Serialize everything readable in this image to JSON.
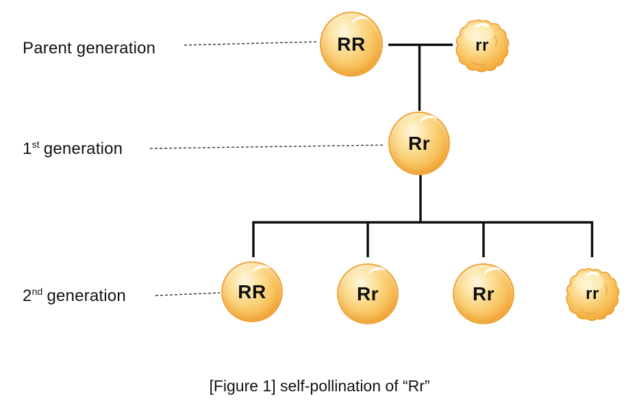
{
  "figure_caption": "[Figure 1] self-pollination of “Rr”",
  "row_labels": {
    "parent": {
      "text": "Parent generation"
    },
    "gen1": {
      "num": "1",
      "sup": "st",
      "rest": "generation"
    },
    "gen2": {
      "num": "2",
      "sup": "nd",
      "rest": "generation"
    }
  },
  "peas": {
    "parent_dominant": {
      "label": "RR",
      "shape": "round"
    },
    "parent_recessive": {
      "label": "rr",
      "shape": "wrinkled"
    },
    "gen1": {
      "label": "Rr",
      "shape": "round"
    },
    "gen2": [
      {
        "label": "RR",
        "shape": "round"
      },
      {
        "label": "Rr",
        "shape": "round"
      },
      {
        "label": "Rr",
        "shape": "round"
      },
      {
        "label": "rr",
        "shape": "wrinkled"
      }
    ]
  },
  "colors": {
    "pea_gold": "#F9C766",
    "pea_highlight": "#FEF7E0",
    "pea_rim": "#EE9C2C",
    "diagram_line": "#0b0b0b",
    "label_text": "#111111"
  }
}
